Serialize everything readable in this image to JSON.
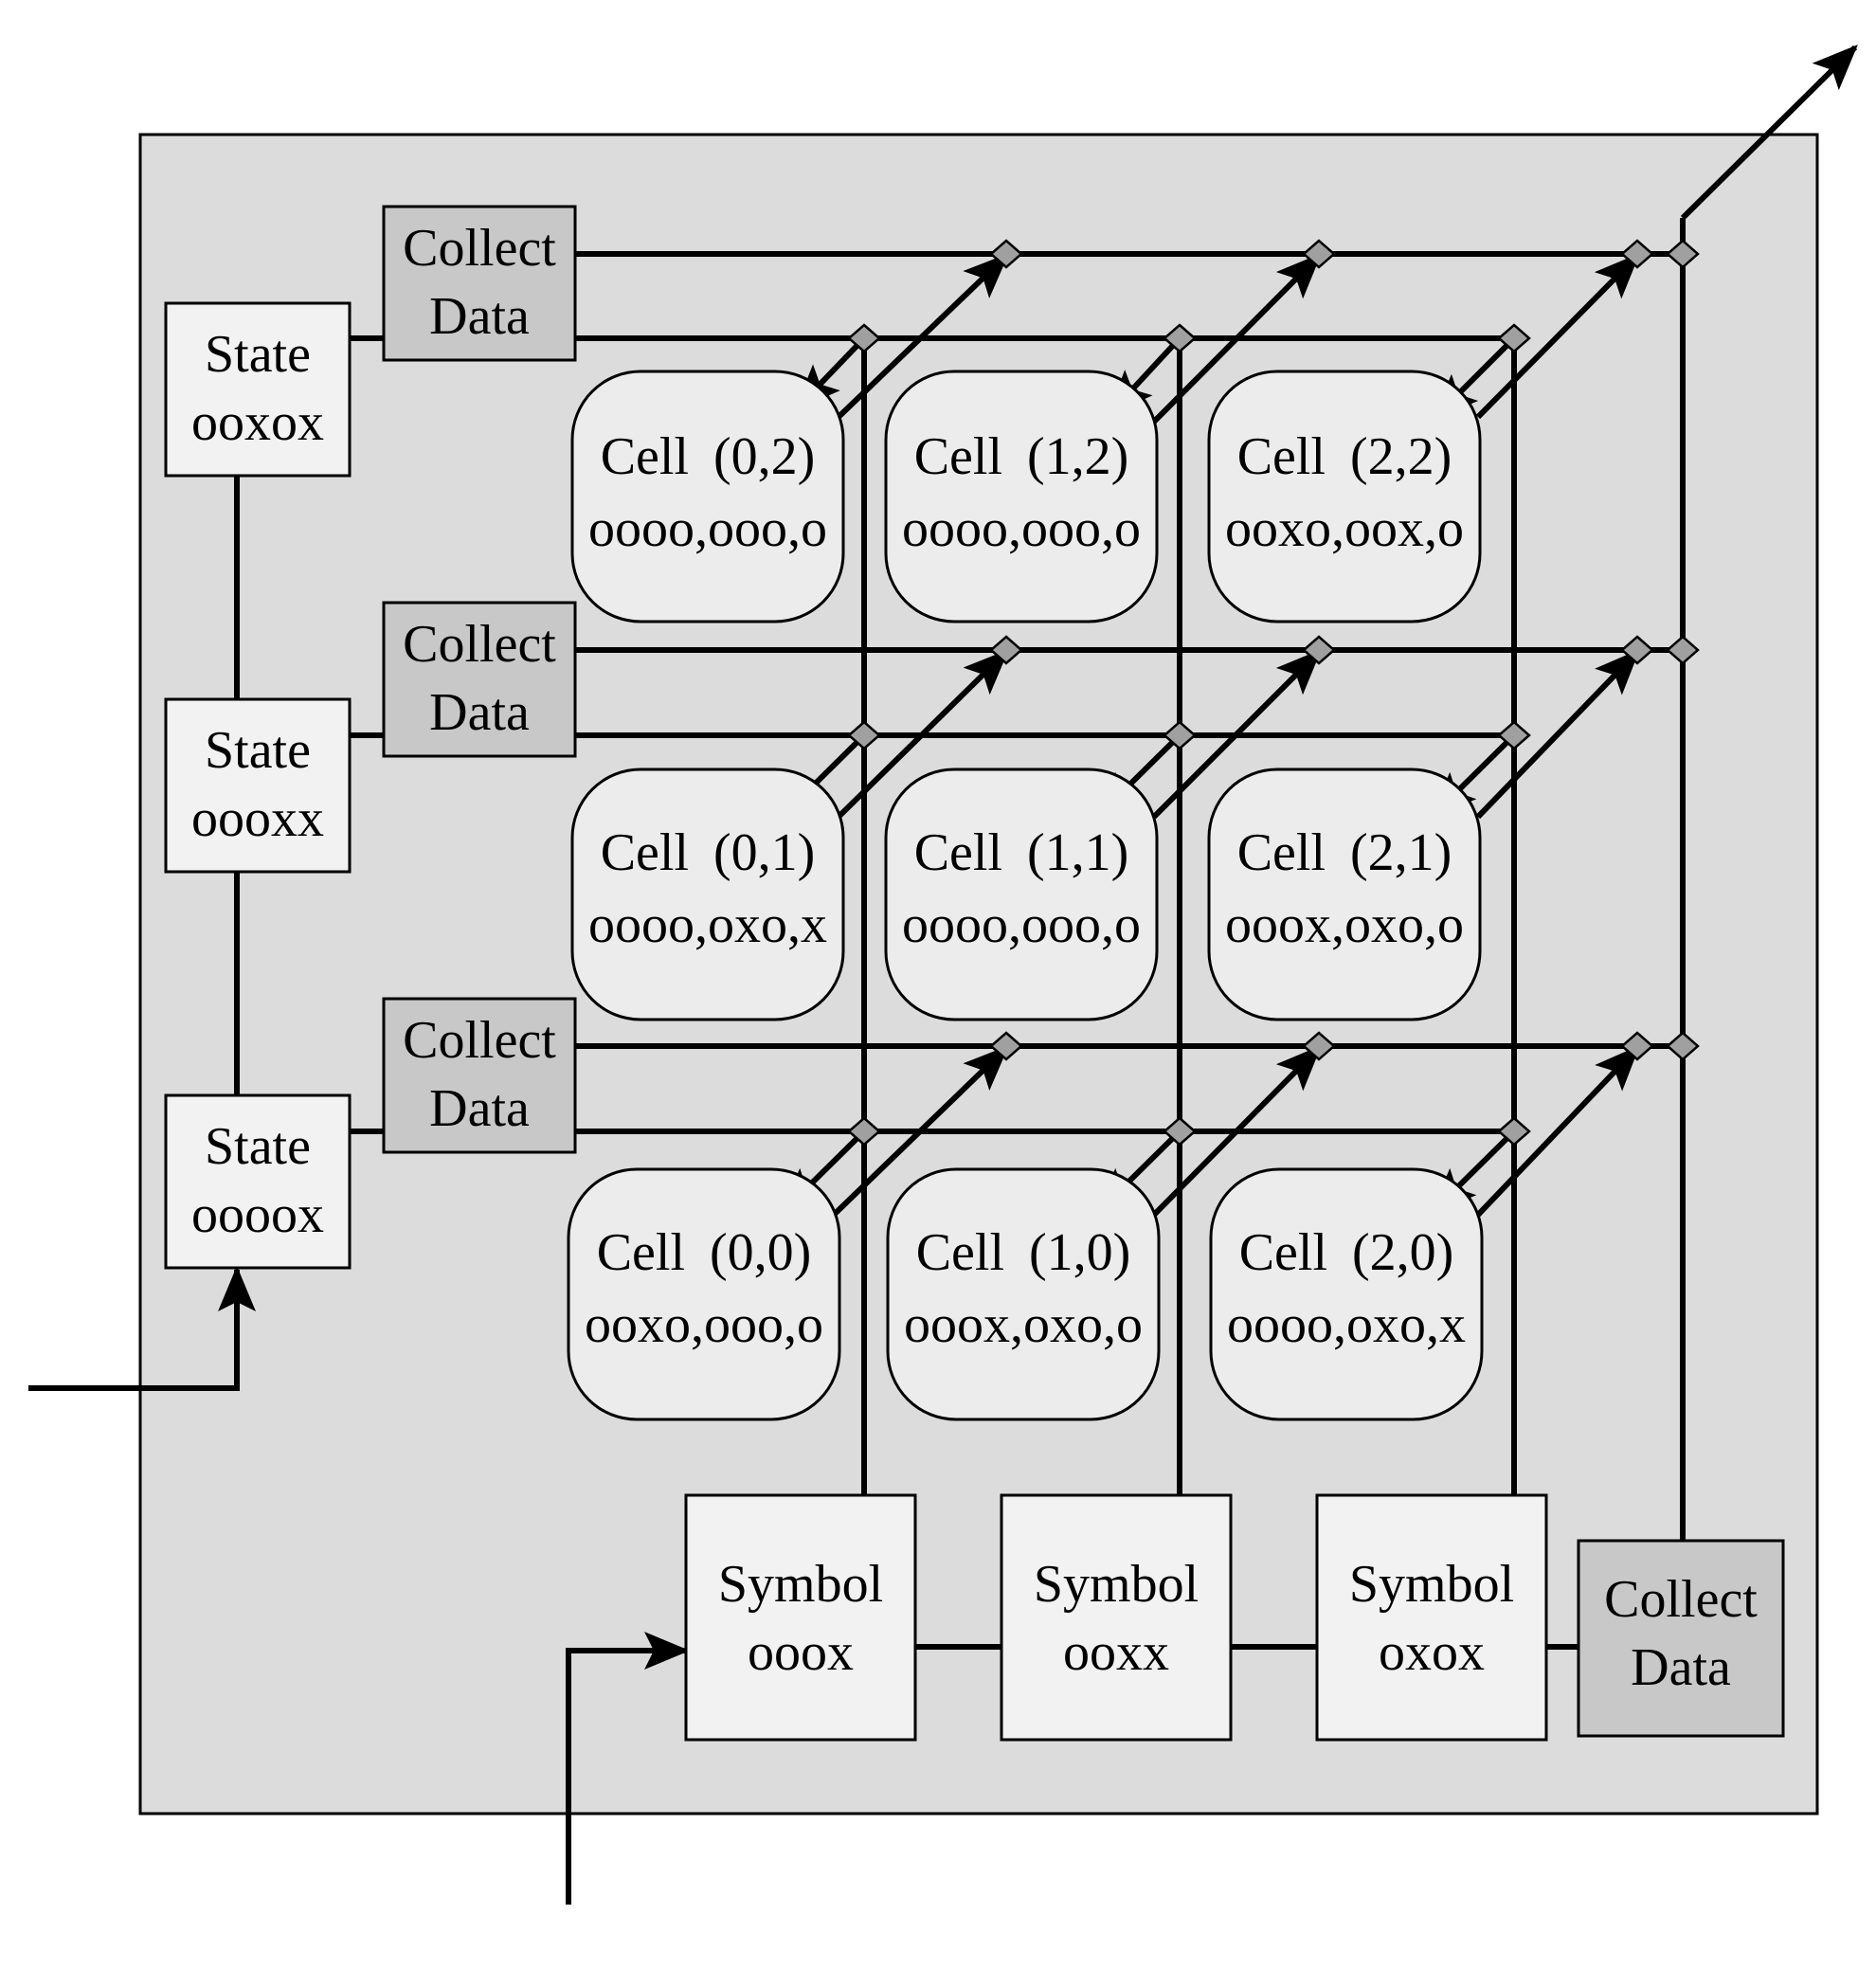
{
  "states": [
    {
      "title": "State",
      "code": "ooxox"
    },
    {
      "title": "State",
      "code": "oooxx"
    },
    {
      "title": "State",
      "code": "oooox"
    }
  ],
  "row_collectors": [
    {
      "line1": "Collect",
      "line2": "Data"
    },
    {
      "line1": "Collect",
      "line2": "Data"
    },
    {
      "line1": "Collect",
      "line2": "Data"
    }
  ],
  "cells": [
    [
      {
        "name": "Cell",
        "coord": "(0,2)",
        "value": "oooo,ooo,o"
      },
      {
        "name": "Cell",
        "coord": "(1,2)",
        "value": "oooo,ooo,o"
      },
      {
        "name": "Cell",
        "coord": "(2,2)",
        "value": "ooxo,oox,o"
      }
    ],
    [
      {
        "name": "Cell",
        "coord": "(0,1)",
        "value": "oooo,oxo,x"
      },
      {
        "name": "Cell",
        "coord": "(1,1)",
        "value": "oooo,ooo,o"
      },
      {
        "name": "Cell",
        "coord": "(2,1)",
        "value": "ooox,oxo,o"
      }
    ],
    [
      {
        "name": "Cell",
        "coord": "(0,0)",
        "value": "ooxo,ooo,o"
      },
      {
        "name": "Cell",
        "coord": "(1,0)",
        "value": "ooox,oxo,o"
      },
      {
        "name": "Cell",
        "coord": "(2,0)",
        "value": "oooo,oxo,x"
      }
    ]
  ],
  "symbols": [
    {
      "title": "Symbol",
      "code": "ooox"
    },
    {
      "title": "Symbol",
      "code": "ooxx"
    },
    {
      "title": "Symbol",
      "code": "oxox"
    }
  ],
  "final_collector": {
    "line1": "Collect",
    "line2": "Data"
  }
}
